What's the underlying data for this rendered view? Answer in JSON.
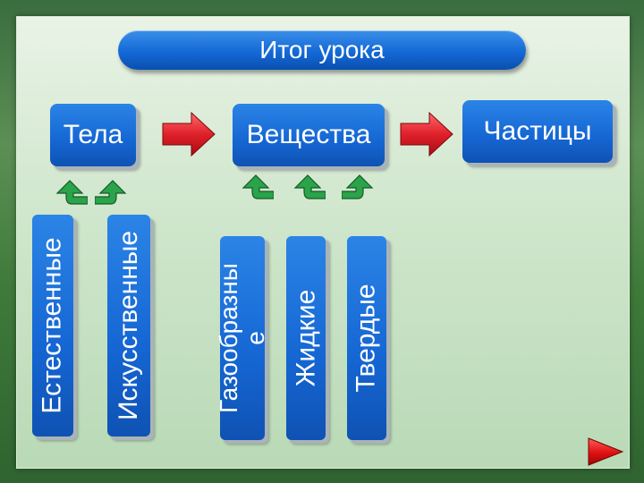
{
  "title": "Итог урока",
  "nodes": {
    "bodies": "Тела",
    "substances": "Вещества",
    "particles": "Частицы",
    "natural": "Естественные",
    "artificial": "Искусственные",
    "gaseous_line1": "Газообразны",
    "gaseous_line2": "е",
    "liquid": "Жидкие",
    "solid": "Твердые"
  },
  "colors": {
    "box_blue": "#1566d3",
    "arrow_red": "#e0202a",
    "arrow_green": "#2aa34a",
    "nav_red": "#e01010"
  },
  "icons": {
    "right_arrow": "red-right-arrow-icon",
    "up_arrow": "green-up-arrow-icon",
    "down_arrow": "green-down-arrow-icon",
    "nav_next": "play-next-icon"
  }
}
